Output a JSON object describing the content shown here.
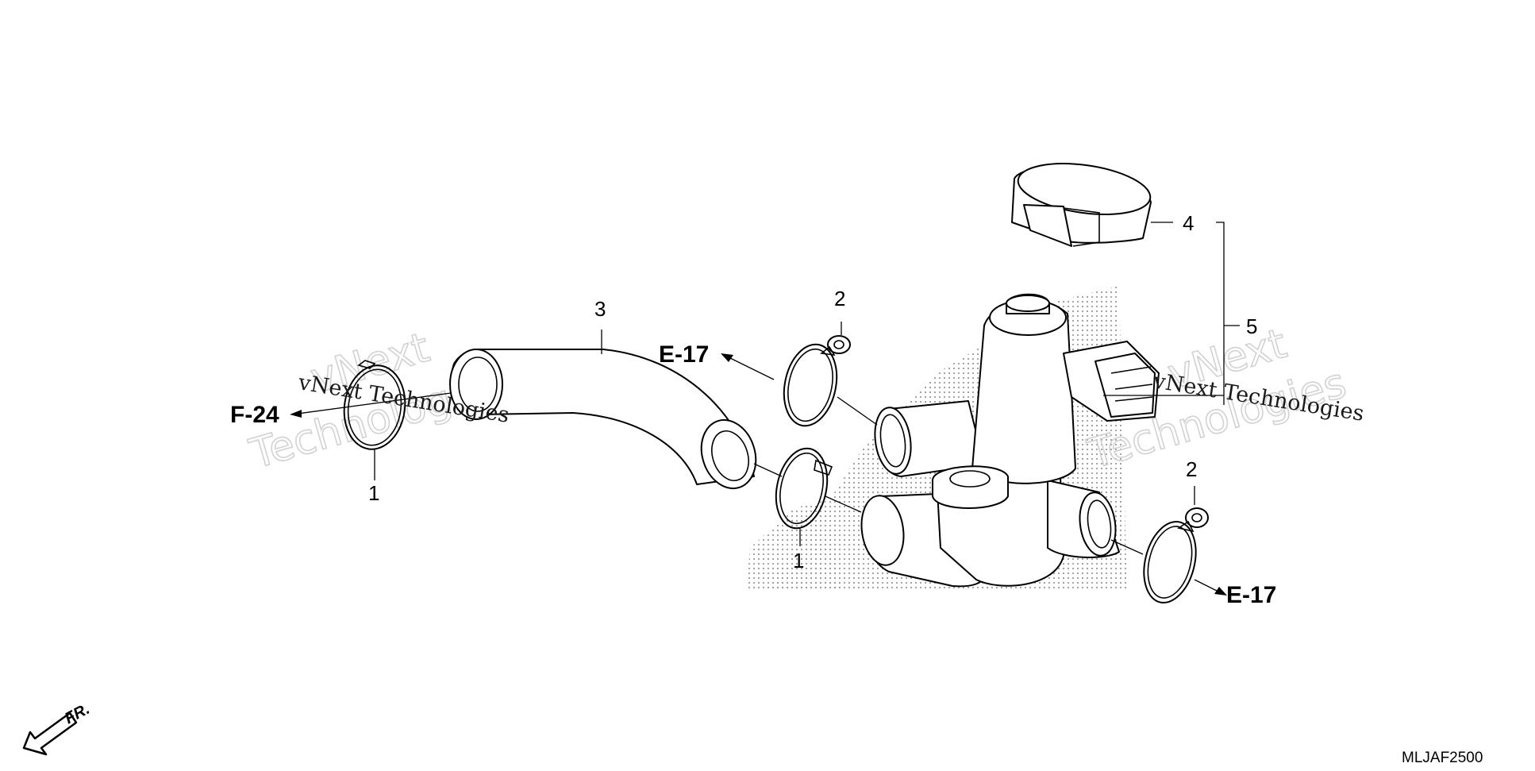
{
  "diagram": {
    "callouts": {
      "c1_left": "1",
      "c1_mid": "1",
      "c2_top": "2",
      "c2_right": "2",
      "c3": "3",
      "c4": "4",
      "c5": "5"
    },
    "references": {
      "e17_top": "E-17",
      "e17_bottom": "E-17",
      "f24": "F-24"
    },
    "front_marker": "FR.",
    "diagram_code": "MLJAF2500",
    "watermarks": {
      "left_big_1": "vNext",
      "left_big_2": "Technologies",
      "left_small": "vNext Technologies",
      "right_big_1": "vNext",
      "right_big_2": "Technologies",
      "right_small": "vNext Technologies"
    }
  }
}
